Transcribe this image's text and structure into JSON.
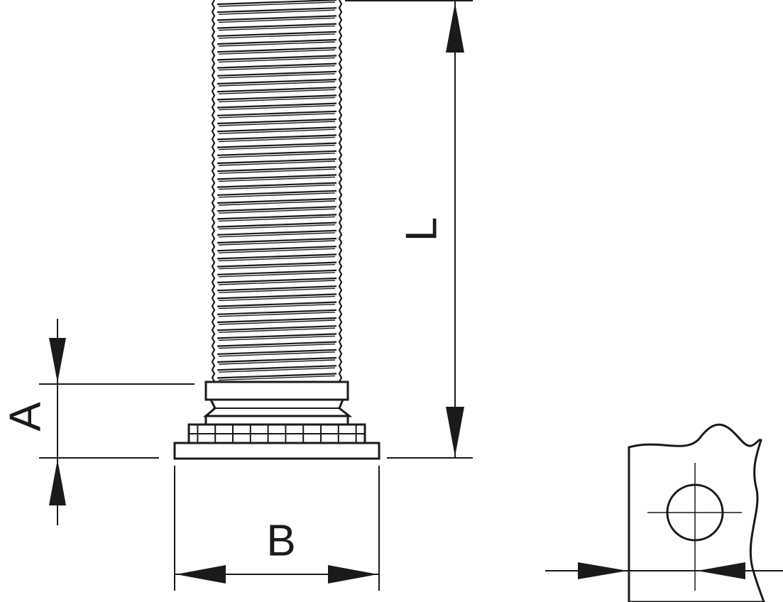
{
  "diagram": {
    "dimensions": {
      "length_label": "L",
      "height_label": "A",
      "width_label": "B"
    }
  },
  "colors": {
    "ink": "#1a1a1a",
    "background": "#ffffff"
  }
}
